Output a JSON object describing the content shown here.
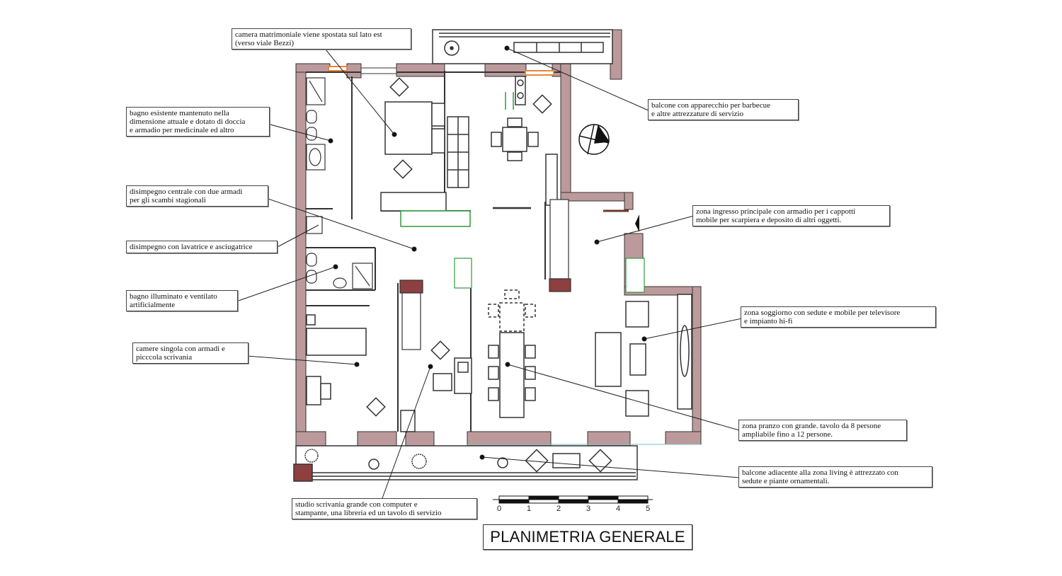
{
  "title": "PLANIMETRIA GENERALE",
  "colors": {
    "wall": "#bc9a9b",
    "wall_dark": "#8e3f3f",
    "line": "#222222",
    "window_glass": "#e8863a",
    "green_furniture": "#2e9a3e",
    "door_brown": "#6b3a2a"
  },
  "scale_bar": {
    "ticks": [
      "0",
      "1",
      "2",
      "3",
      "4",
      "5"
    ],
    "unit": "m"
  },
  "annotations": [
    {
      "id": "camera-matrimoniale",
      "lines": [
        "camera matrimoniale viene spostata sul lato est",
        "(verso viale Bezzi)"
      ]
    },
    {
      "id": "bagno-esistente",
      "lines": [
        "bagno esistente mantenuto nella",
        "dimensione attuale e dotato di doccia",
        "e armadio per medicinale ed altro"
      ]
    },
    {
      "id": "disimpegno-centrale",
      "lines": [
        "disimpegno centrale con due armadi",
        "per gli scambi stagionali"
      ]
    },
    {
      "id": "disimpegno-lavatrice",
      "lines": [
        "disimpegno con lavatrice e asciugatrice"
      ]
    },
    {
      "id": "bagno-illuminato",
      "lines": [
        "bagno illuminato e ventilato",
        "artificialmente"
      ]
    },
    {
      "id": "camera-singola",
      "lines": [
        "camere singola con armadi e",
        "picccola scrivania"
      ]
    },
    {
      "id": "studio",
      "lines": [
        "studio scrivania grande con computer e",
        "stampante, una libreria ed un tavolo di servizio"
      ]
    },
    {
      "id": "balcone-barbecue",
      "lines": [
        " balcone con apparecchio per barbecue",
        "e altre attrezzature di servizio"
      ]
    },
    {
      "id": "zona-ingresso",
      "lines": [
        "zona ingresso principale con armadio per i cappotti",
        "mobile per scarpiera  e deposito di altri oggetti."
      ]
    },
    {
      "id": "zona-soggiorno",
      "lines": [
        "zona soggiorno con sedute e mobile per televisore",
        "e impianto hi-fi"
      ]
    },
    {
      "id": "zona-pranzo",
      "lines": [
        "zona pranzo con grande. tavolo da 8 persone",
        "ampliabile fino a 12 persone."
      ]
    },
    {
      "id": "balcone-living",
      "lines": [
        "balcone adiacente alla zona living è attrezzato con",
        "sedute e piante ornamentali."
      ]
    }
  ]
}
